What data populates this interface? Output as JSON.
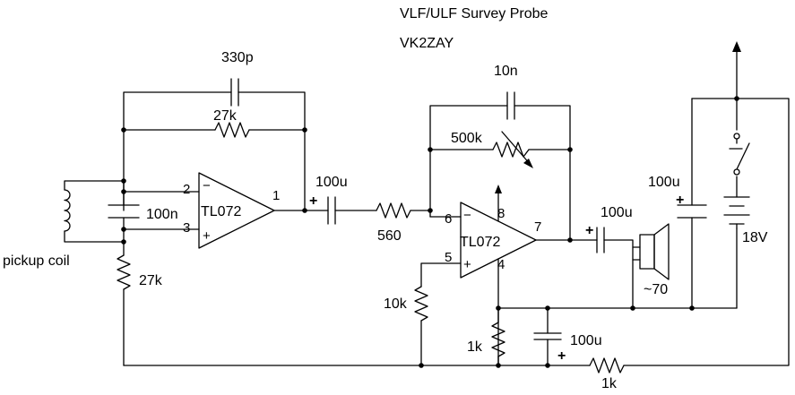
{
  "title": "VLF/ULF Survey Probe",
  "author": "VK2ZAY",
  "components": {
    "c_feedback1": "330p",
    "r_feedback1": "27k",
    "c_input_tank": "100n",
    "r_bias1": "27k",
    "pickup": "pickup coil",
    "opamp1": "TL072",
    "c_coupling1": "100u",
    "r_input2": "560",
    "c_feedback2": "10n",
    "r_gain_pot": "500k",
    "opamp2": "TL072",
    "r_bias2": "10k",
    "c_output": "100u",
    "speaker": "~70",
    "c_supply": "100u",
    "battery": "18V",
    "r_divider_low": "1k",
    "c_bypass": "100u",
    "r_divider_high": "1k"
  },
  "pins": {
    "u1_inv": "2",
    "u1_noninv": "3",
    "u1_out": "1",
    "u2_inv": "6",
    "u2_noninv": "5",
    "u2_out": "7",
    "u2_vcc": "8",
    "u2_gnd": "4"
  },
  "symbols": {
    "minus": "−",
    "plus": "+"
  }
}
